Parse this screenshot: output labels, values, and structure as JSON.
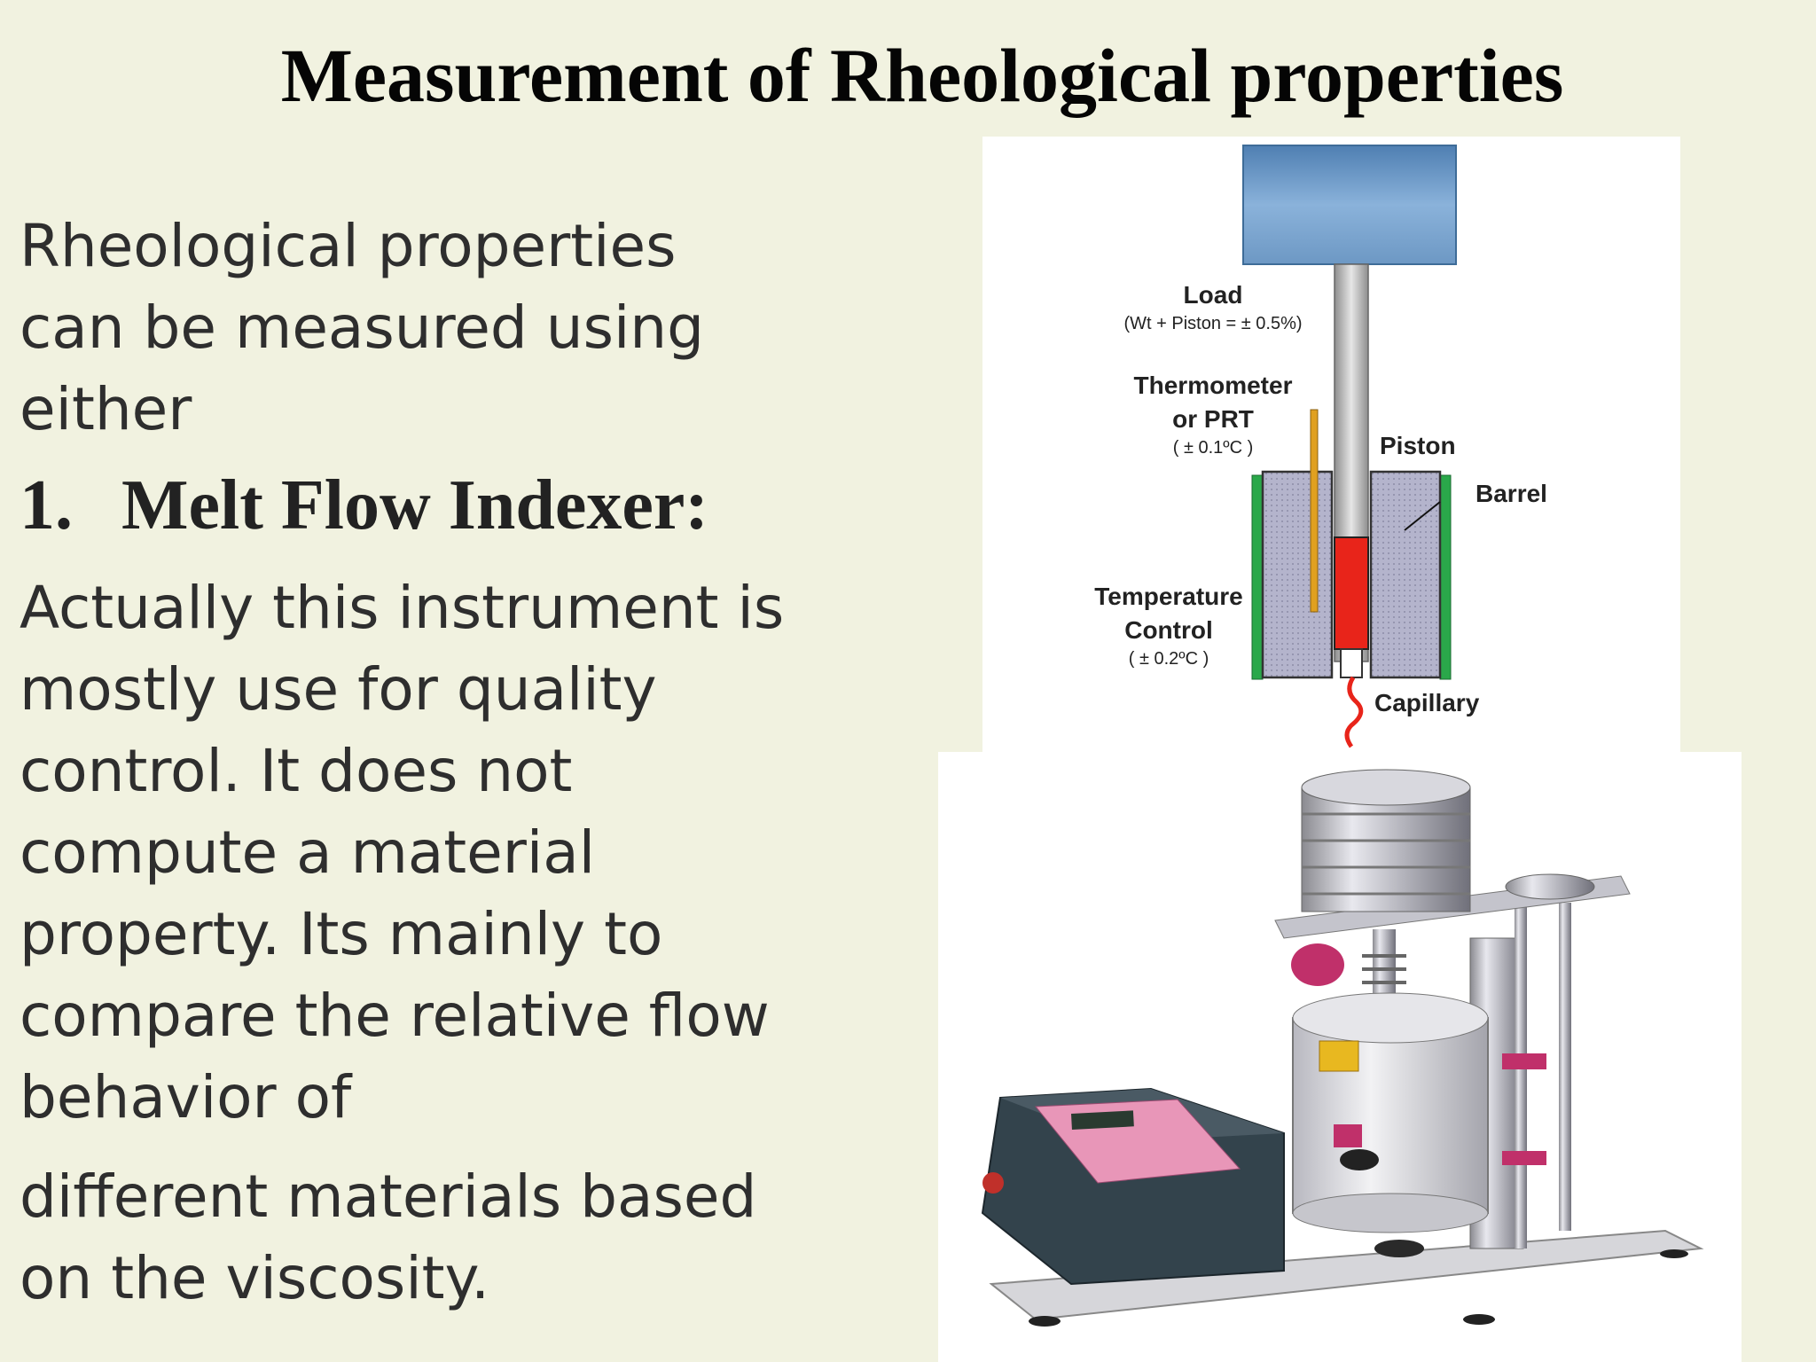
{
  "slide": {
    "title": "Measurement of Rheological properties",
    "intro_lines": [
      "Rheological properties",
      "can be measured using",
      "either"
    ],
    "item_number": "1.",
    "item_heading": "Melt Flow Indexer:",
    "body_lines": [
      "Actually this instrument is",
      "mostly use for quality",
      "control. It does not",
      "compute a material",
      "property. Its mainly to",
      "compare the relative flow",
      "behavior of"
    ],
    "closing_lines": [
      "different materials based",
      "on the viscosity."
    ]
  },
  "diagram": {
    "load_label": "Load",
    "load_spec": "(Wt + Piston = ± 0.5%)",
    "thermometer_label_1": "Thermometer",
    "thermometer_label_2": "or PRT",
    "thermometer_spec": "( ± 0.1ºC )",
    "piston_label": "Piston",
    "barrel_label": "Barrel",
    "temperature_label_1": "Temperature",
    "temperature_label_2": "Control",
    "temperature_spec": "( ± 0.2ºC )",
    "capillary_label": "Capillary",
    "colors": {
      "weight": "#6d98c4",
      "barrel": "#a8a8c8",
      "heater": "#2aa84a",
      "melt": "#e8241a",
      "thermometer": "#e0a020"
    }
  },
  "photo": {
    "subject": "melt-flow-indexer-machine",
    "colors": {
      "body": "#d8d8dc",
      "control_unit": "#33434c",
      "keypad": "#e896b8",
      "accent": "#c0306a"
    }
  }
}
